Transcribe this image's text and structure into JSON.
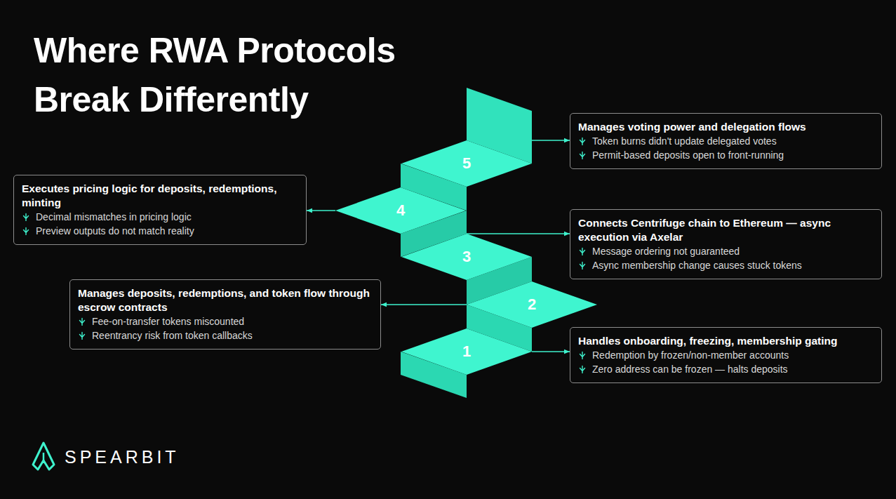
{
  "diagram": {
    "title": "Where RWA Protocols Break Differently",
    "nodes": [
      {
        "text": [
          "1"
        ]
      },
      {
        "text": [
          "Handles onboarding, freezing, membership gating",
          "Redemption by frozen/non-member accounts",
          "Zero address can be frozen — halts deposits"
        ]
      },
      {
        "text": [
          "2"
        ]
      },
      {
        "text": [
          "Manages deposits, redemptions, and token flow through escrow contracts",
          "Fee-on-transfer tokens miscounted",
          "Reentrancy risk from token callbacks"
        ]
      },
      {
        "text": [
          "3"
        ]
      },
      {
        "text": [
          "Connects Centrifuge chain to Ethereum — async execution via Axelar",
          "Message ordering not guaranteed",
          "Async membership change causes stuck tokens"
        ]
      },
      {
        "text": [
          "4"
        ]
      },
      {
        "text": [
          "Executes pricing logic for deposits, redemptions, minting",
          "Decimal mismatches in pricing logic",
          "Preview outputs do not match reality"
        ]
      },
      {
        "text": [
          "5"
        ]
      },
      {
        "text": [
          "Manages voting power and delegation flows",
          "Token burns didn't update delegated votes",
          "Permit-based deposits open to front-running"
        ]
      }
    ],
    "edges": [
      {
        "from": 0,
        "to": 1,
        "arrow": "to"
      },
      {
        "from": 2,
        "to": 3,
        "arrow": "to"
      },
      {
        "from": 4,
        "to": 5,
        "arrow": "to"
      },
      {
        "from": 6,
        "to": 7,
        "arrow": "to"
      },
      {
        "from": 8,
        "to": 9,
        "arrow": "to"
      }
    ],
    "labels": [
      "SPEARBIT"
    ]
  }
}
